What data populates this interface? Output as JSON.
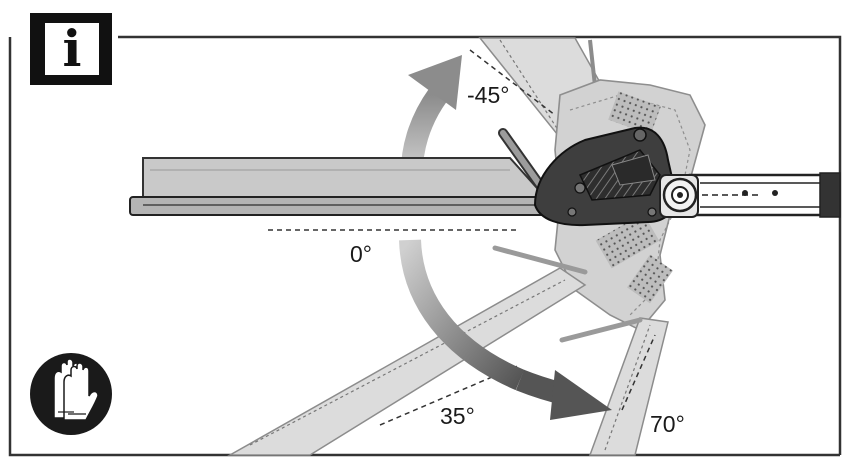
{
  "info_badge": {
    "letter": "i",
    "icon": "info-icon"
  },
  "gloves_badge": {
    "icon": "gloves-icon"
  },
  "angles": {
    "minus45": "-45°",
    "zero": "0°",
    "plus35": "35°",
    "plus70": "70°"
  },
  "colors": {
    "arrow": "#a8a8a8",
    "arrow_dark": "#6f6f6f",
    "ghost_blade": "#dcdcdc",
    "blade": "#c9c9c9",
    "motor_housing": "#3e3e3e",
    "frame": "#333333"
  }
}
